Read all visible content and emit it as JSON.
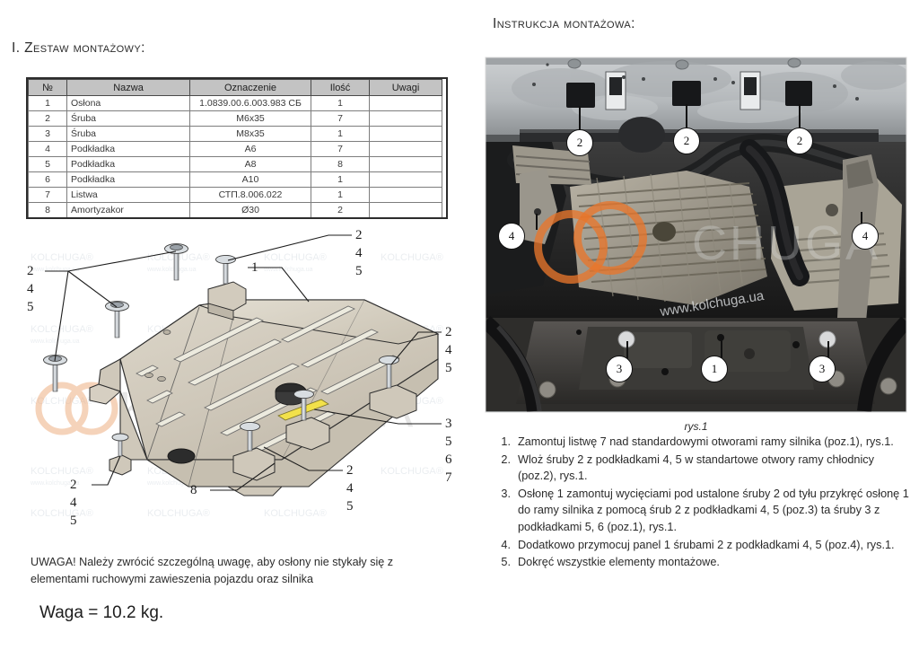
{
  "headings": {
    "left": "I. Zestaw montażowy:",
    "right": "Instrukcja montażowa:"
  },
  "parts_table": {
    "columns": [
      "№",
      "Nazwa",
      "Oznaczenie",
      "Ilość",
      "Uwagi"
    ],
    "rows": [
      {
        "no": "1",
        "name": "Osłona",
        "mark": "1.0839.00.6.003.983 СБ",
        "qty": "1",
        "rem": ""
      },
      {
        "no": "2",
        "name": "Śruba",
        "mark": "M6x35",
        "qty": "7",
        "rem": ""
      },
      {
        "no": "3",
        "name": "Śruba",
        "mark": "M8x35",
        "qty": "1",
        "rem": ""
      },
      {
        "no": "4",
        "name": "Podkładka",
        "mark": "A6",
        "qty": "7",
        "rem": ""
      },
      {
        "no": "5",
        "name": "Podkładka",
        "mark": "A8",
        "qty": "8",
        "rem": ""
      },
      {
        "no": "6",
        "name": "Podkładka",
        "mark": "A10",
        "qty": "1",
        "rem": ""
      },
      {
        "no": "7",
        "name": "Listwa",
        "mark": "СТП.8.006.022",
        "qty": "1",
        "rem": ""
      },
      {
        "no": "8",
        "name": "Amortyzakor",
        "mark": "Ø30",
        "qty": "2",
        "rem": ""
      }
    ]
  },
  "drawing": {
    "callouts": {
      "left_group": "2\n4\n5",
      "top_right_group": "2\n4\n5",
      "part_one": "1",
      "right_group": "2\n4\n5",
      "right_lower_group": "3\n5\n6\n7",
      "bottom_right_group": "2\n4\n5",
      "bottom_left_group": "2\n4\n5",
      "damper": "8"
    },
    "watermark_text": "www.kolchuga.ua",
    "watermark_brand": "KOLCHUGA"
  },
  "photo": {
    "caption": "rys.1",
    "watermark": "www.kolchuga.ua",
    "callouts": [
      {
        "label": "2"
      },
      {
        "label": "2"
      },
      {
        "label": "2"
      },
      {
        "label": "4"
      },
      {
        "label": "4"
      },
      {
        "label": "3"
      },
      {
        "label": "1"
      },
      {
        "label": "3"
      }
    ]
  },
  "warning": "UWAGA! Należy zwrócić szczególną uwagę, aby osłony nie stykały się z elementami ruchowymi zawieszenia pojazdu oraz silnika",
  "weight": "Waga = 10.2 kg.",
  "instructions": [
    {
      "num": "1.",
      "text": "Zamontuj listwę 7 nad standardowymi otworami  ramy silnika (poz.1), rys.1."
    },
    {
      "num": "2.",
      "text": "Wloż śruby 2 z podkładkami 4, 5 w standartowe otwory ramy chłodnicy (poz.2), rys.1."
    },
    {
      "num": "3.",
      "text": "Osłonę 1 zamontuj wycięciami pod ustalone śruby 2 od tyłu przykręć osłonę 1 do ramy silnika z pomocą śrub 2 z podkładkami 4, 5 (poz.3) ta śruby 3 z podkładkami 5, 6 (poz.1), rys.1."
    },
    {
      "num": "4.",
      "text": "Dodatkowo przymocuj panel 1 śrubami 2 z podkładkami 4, 5 (poz.4), rys.1."
    },
    {
      "num": "5.",
      "text": "Dokręć wszystkie elementy montażowe."
    }
  ],
  "colors": {
    "header_fill": "#c3c3c3",
    "brand_orange": "#e8762c",
    "plate_fill": "#d6cfc2",
    "text": "#2b2b2b"
  }
}
